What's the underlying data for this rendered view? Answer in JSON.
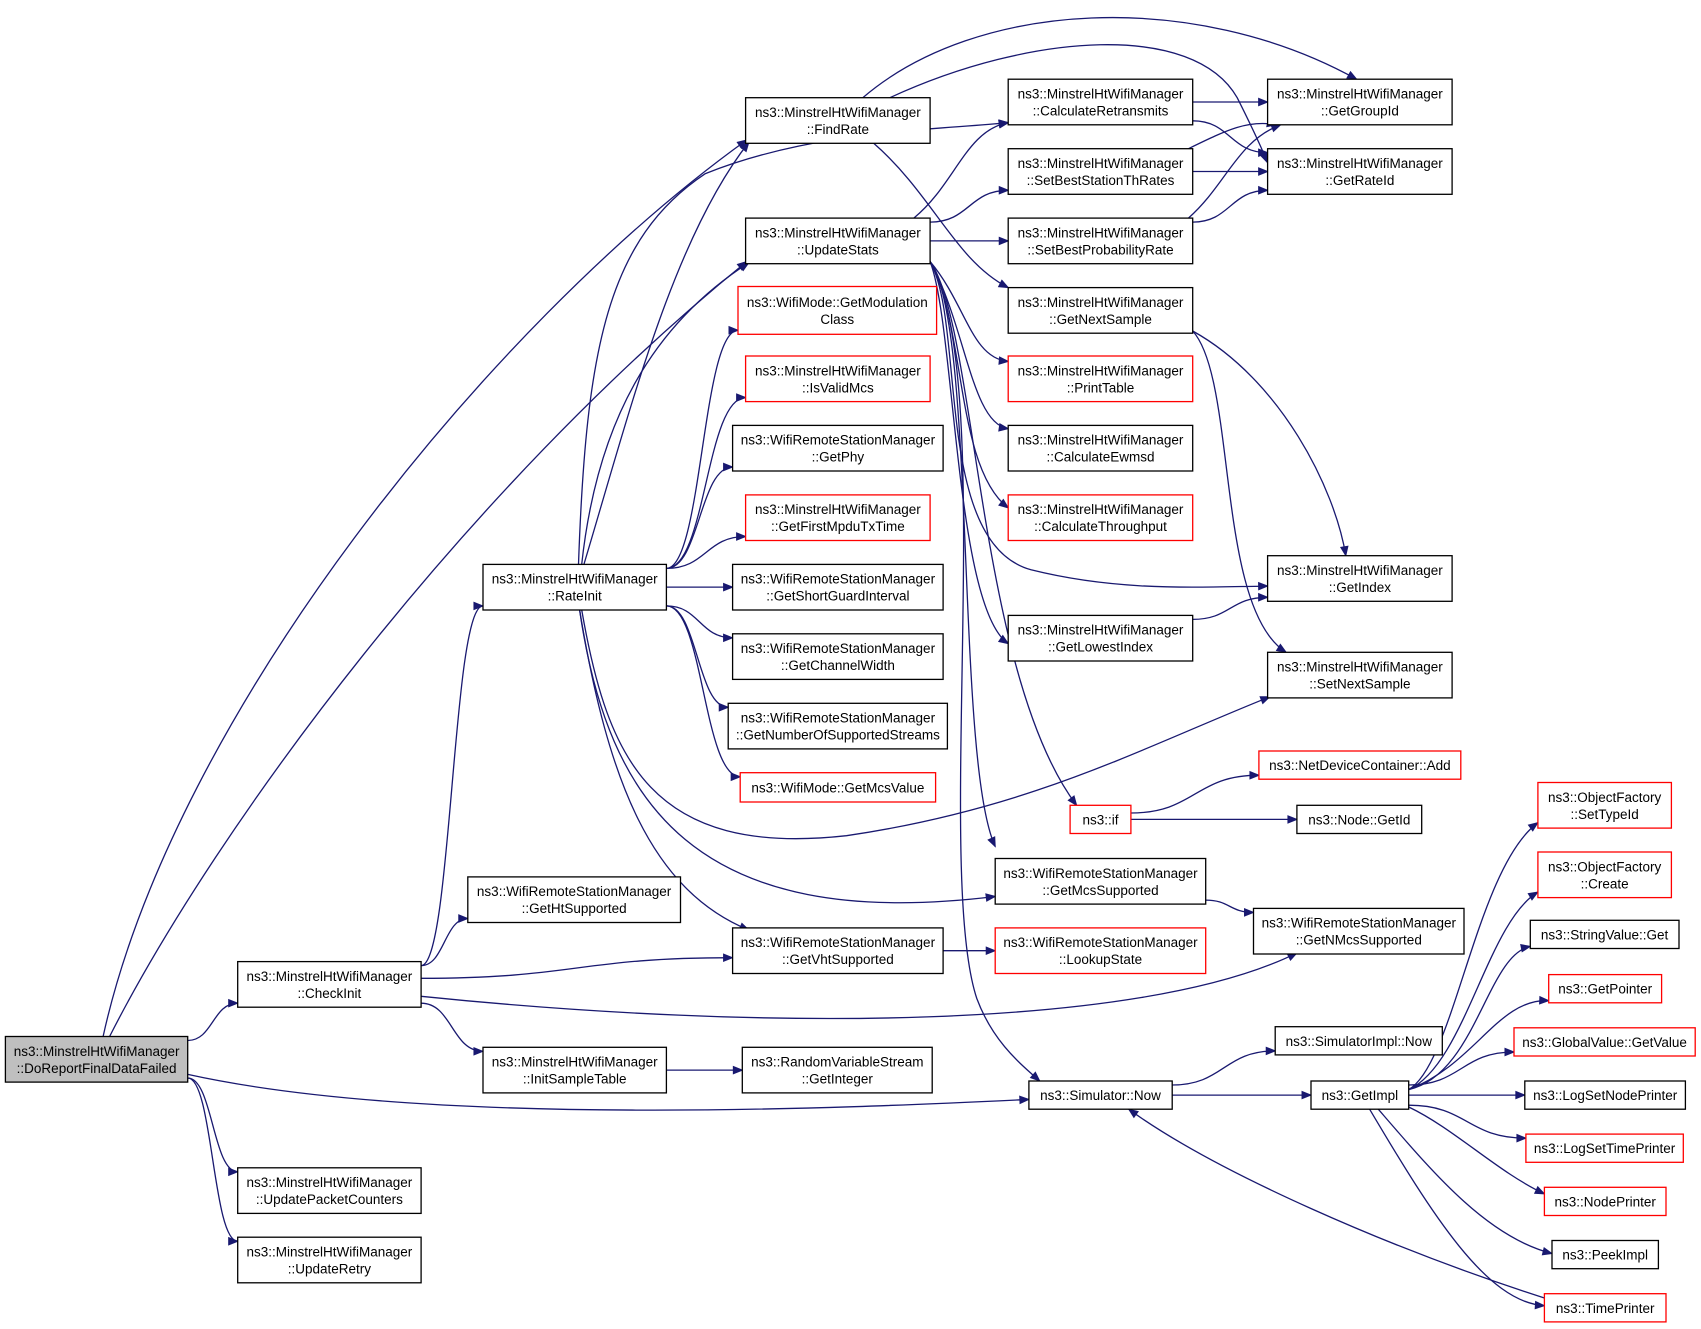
{
  "colors": {
    "edge": "#191970",
    "box_border": "#000000",
    "truncated_border": "#ff0000",
    "root_fill": "#bfbfbf"
  },
  "nodes": {
    "n_root": {
      "lines": [
        "ns3::MinstrelHtWifiManager",
        "::DoReportFinalDataFailed"
      ],
      "style": "root"
    },
    "n_checkinit": {
      "lines": [
        "ns3::MinstrelHtWifiManager",
        "::CheckInit"
      ],
      "style": "normal"
    },
    "n_updpkt": {
      "lines": [
        "ns3::MinstrelHtWifiManager",
        "::UpdatePacketCounters"
      ],
      "style": "normal"
    },
    "n_updretry": {
      "lines": [
        "ns3::MinstrelHtWifiManager",
        "::UpdateRetry"
      ],
      "style": "normal"
    },
    "n_rateinit": {
      "lines": [
        "ns3::MinstrelHtWifiManager",
        "::RateInit"
      ],
      "style": "normal"
    },
    "n_getht": {
      "lines": [
        "ns3::WifiRemoteStationManager",
        "::GetHtSupported"
      ],
      "style": "normal"
    },
    "n_initsample": {
      "lines": [
        "ns3::MinstrelHtWifiManager",
        "::InitSampleTable"
      ],
      "style": "normal"
    },
    "n_findrate": {
      "lines": [
        "ns3::MinstrelHtWifiManager",
        "::FindRate"
      ],
      "style": "normal"
    },
    "n_updstats": {
      "lines": [
        "ns3::MinstrelHtWifiManager",
        "::UpdateStats"
      ],
      "style": "normal"
    },
    "n_getmodclass": {
      "lines": [
        "ns3::WifiMode::GetModulation",
        "Class"
      ],
      "style": "truncated"
    },
    "n_isvalidmcs": {
      "lines": [
        "ns3::MinstrelHtWifiManager",
        "::IsValidMcs"
      ],
      "style": "truncated"
    },
    "n_getphy": {
      "lines": [
        "ns3::WifiRemoteStationManager",
        "::GetPhy"
      ],
      "style": "normal"
    },
    "n_getfirstmpdu": {
      "lines": [
        "ns3::MinstrelHtWifiManager",
        "::GetFirstMpduTxTime"
      ],
      "style": "truncated"
    },
    "n_getsgi": {
      "lines": [
        "ns3::WifiRemoteStationManager",
        "::GetShortGuardInterval"
      ],
      "style": "normal"
    },
    "n_getchw": {
      "lines": [
        "ns3::WifiRemoteStationManager",
        "::GetChannelWidth"
      ],
      "style": "normal"
    },
    "n_getnumstreams": {
      "lines": [
        "ns3::WifiRemoteStationManager",
        "::GetNumberOfSupportedStreams"
      ],
      "style": "normal"
    },
    "n_getmcsvalue": {
      "lines": [
        "ns3::WifiMode::GetMcsValue"
      ],
      "style": "truncated"
    },
    "n_getvht": {
      "lines": [
        "ns3::WifiRemoteStationManager",
        "::GetVhtSupported"
      ],
      "style": "normal"
    },
    "n_rvsgetint": {
      "lines": [
        "ns3::RandomVariableStream",
        "::GetInteger"
      ],
      "style": "normal"
    },
    "n_calcretrans": {
      "lines": [
        "ns3::MinstrelHtWifiManager",
        "::CalculateRetransmits"
      ],
      "style": "normal"
    },
    "n_setbestth": {
      "lines": [
        "ns3::MinstrelHtWifiManager",
        "::SetBestStationThRates"
      ],
      "style": "normal"
    },
    "n_setbestprob": {
      "lines": [
        "ns3::MinstrelHtWifiManager",
        "::SetBestProbabilityRate"
      ],
      "style": "normal"
    },
    "n_getnextsample": {
      "lines": [
        "ns3::MinstrelHtWifiManager",
        "::GetNextSample"
      ],
      "style": "normal"
    },
    "n_printtable": {
      "lines": [
        "ns3::MinstrelHtWifiManager",
        "::PrintTable"
      ],
      "style": "truncated"
    },
    "n_calcewmsd": {
      "lines": [
        "ns3::MinstrelHtWifiManager",
        "::CalculateEwmsd"
      ],
      "style": "normal"
    },
    "n_calcthr": {
      "lines": [
        "ns3::MinstrelHtWifiManager",
        "::CalculateThroughput"
      ],
      "style": "truncated"
    },
    "n_getlowest": {
      "lines": [
        "ns3::MinstrelHtWifiManager",
        "::GetLowestIndex"
      ],
      "style": "normal"
    },
    "n_if": {
      "lines": [
        "ns3::if"
      ],
      "style": "truncated"
    },
    "n_getmcssup": {
      "lines": [
        "ns3::WifiRemoteStationManager",
        "::GetMcsSupported"
      ],
      "style": "normal"
    },
    "n_lookupstate": {
      "lines": [
        "ns3::WifiRemoteStationManager",
        "::LookupState"
      ],
      "style": "truncated"
    },
    "n_simnow": {
      "lines": [
        "ns3::Simulator::Now"
      ],
      "style": "normal"
    },
    "n_getgroupid": {
      "lines": [
        "ns3::MinstrelHtWifiManager",
        "::GetGroupId"
      ],
      "style": "normal"
    },
    "n_getrateid": {
      "lines": [
        "ns3::MinstrelHtWifiManager",
        "::GetRateId"
      ],
      "style": "normal"
    },
    "n_getindex": {
      "lines": [
        "ns3::MinstrelHtWifiManager",
        "::GetIndex"
      ],
      "style": "normal"
    },
    "n_setnextsample": {
      "lines": [
        "ns3::MinstrelHtWifiManager",
        "::SetNextSample"
      ],
      "style": "normal"
    },
    "n_ndcadd": {
      "lines": [
        "ns3::NetDeviceContainer::Add"
      ],
      "style": "truncated"
    },
    "n_nodegetid": {
      "lines": [
        "ns3::Node::GetId"
      ],
      "style": "normal"
    },
    "n_getnmcs": {
      "lines": [
        "ns3::WifiRemoteStationManager",
        "::GetNMcsSupported"
      ],
      "style": "normal"
    },
    "n_simimplnow": {
      "lines": [
        "ns3::SimulatorImpl::Now"
      ],
      "style": "normal"
    },
    "n_getimpl": {
      "lines": [
        "ns3::GetImpl"
      ],
      "style": "normal"
    },
    "n_ofsettype": {
      "lines": [
        "ns3::ObjectFactory",
        "::SetTypeId"
      ],
      "style": "truncated"
    },
    "n_ofcreate": {
      "lines": [
        "ns3::ObjectFactory",
        "::Create"
      ],
      "style": "truncated"
    },
    "n_strvalget": {
      "lines": [
        "ns3::StringValue::Get"
      ],
      "style": "normal"
    },
    "n_getpointer": {
      "lines": [
        "ns3::GetPointer"
      ],
      "style": "truncated"
    },
    "n_gvgetvalue": {
      "lines": [
        "ns3::GlobalValue::GetValue"
      ],
      "style": "truncated"
    },
    "n_logsetnode": {
      "lines": [
        "ns3::LogSetNodePrinter"
      ],
      "style": "normal"
    },
    "n_logsettime": {
      "lines": [
        "ns3::LogSetTimePrinter"
      ],
      "style": "truncated"
    },
    "n_nodeprinter": {
      "lines": [
        "ns3::NodePrinter"
      ],
      "style": "truncated"
    },
    "n_peekimpl": {
      "lines": [
        "ns3::PeekImpl"
      ],
      "style": "normal"
    },
    "n_timeprinter": {
      "lines": [
        "ns3::TimePrinter"
      ],
      "style": "truncated"
    }
  },
  "edges": [
    [
      "n_root",
      "n_checkinit"
    ],
    [
      "n_root",
      "n_updpkt"
    ],
    [
      "n_root",
      "n_updretry"
    ],
    [
      "n_root",
      "n_findrate"
    ],
    [
      "n_root",
      "n_updstats"
    ],
    [
      "n_root",
      "n_simnow"
    ],
    [
      "n_checkinit",
      "n_rateinit"
    ],
    [
      "n_checkinit",
      "n_getht"
    ],
    [
      "n_checkinit",
      "n_getvht"
    ],
    [
      "n_checkinit",
      "n_initsample"
    ],
    [
      "n_checkinit",
      "n_getnmcs"
    ],
    [
      "n_initsample",
      "n_rvsgetint"
    ],
    [
      "n_rateinit",
      "n_findrate"
    ],
    [
      "n_rateinit",
      "n_updstats"
    ],
    [
      "n_rateinit",
      "n_calcretrans"
    ],
    [
      "n_rateinit",
      "n_getmodclass"
    ],
    [
      "n_rateinit",
      "n_isvalidmcs"
    ],
    [
      "n_rateinit",
      "n_getphy"
    ],
    [
      "n_rateinit",
      "n_getfirstmpdu"
    ],
    [
      "n_rateinit",
      "n_getsgi"
    ],
    [
      "n_rateinit",
      "n_getchw"
    ],
    [
      "n_rateinit",
      "n_getnumstreams"
    ],
    [
      "n_rateinit",
      "n_getmcsvalue"
    ],
    [
      "n_rateinit",
      "n_getvht"
    ],
    [
      "n_rateinit",
      "n_getmcssup"
    ],
    [
      "n_rateinit",
      "n_setnextsample"
    ],
    [
      "n_findrate",
      "n_getgroupid"
    ],
    [
      "n_findrate",
      "n_getrateid"
    ],
    [
      "n_findrate",
      "n_getnextsample"
    ],
    [
      "n_updstats",
      "n_calcretrans"
    ],
    [
      "n_updstats",
      "n_setbestth"
    ],
    [
      "n_updstats",
      "n_setbestprob"
    ],
    [
      "n_updstats",
      "n_printtable"
    ],
    [
      "n_updstats",
      "n_calcewmsd"
    ],
    [
      "n_updstats",
      "n_calcthr"
    ],
    [
      "n_updstats",
      "n_getlowest"
    ],
    [
      "n_updstats",
      "n_getindex"
    ],
    [
      "n_updstats",
      "n_if"
    ],
    [
      "n_updstats",
      "n_getmcssup"
    ],
    [
      "n_updstats",
      "n_simnow"
    ],
    [
      "n_calcretrans",
      "n_getgroupid"
    ],
    [
      "n_calcretrans",
      "n_getrateid"
    ],
    [
      "n_setbestth",
      "n_getgroupid"
    ],
    [
      "n_setbestth",
      "n_getrateid"
    ],
    [
      "n_setbestprob",
      "n_getgroupid"
    ],
    [
      "n_setbestprob",
      "n_getrateid"
    ],
    [
      "n_getnextsample",
      "n_getindex"
    ],
    [
      "n_getnextsample",
      "n_setnextsample"
    ],
    [
      "n_getlowest",
      "n_getindex"
    ],
    [
      "n_if",
      "n_ndcadd"
    ],
    [
      "n_if",
      "n_nodegetid"
    ],
    [
      "n_getvht",
      "n_lookupstate"
    ],
    [
      "n_getmcssup",
      "n_getnmcs"
    ],
    [
      "n_simnow",
      "n_simimplnow"
    ],
    [
      "n_simnow",
      "n_getimpl"
    ],
    [
      "n_getimpl",
      "n_ofsettype"
    ],
    [
      "n_getimpl",
      "n_ofcreate"
    ],
    [
      "n_getimpl",
      "n_strvalget"
    ],
    [
      "n_getimpl",
      "n_getpointer"
    ],
    [
      "n_getimpl",
      "n_gvgetvalue"
    ],
    [
      "n_getimpl",
      "n_logsetnode"
    ],
    [
      "n_getimpl",
      "n_logsettime"
    ],
    [
      "n_getimpl",
      "n_nodeprinter"
    ],
    [
      "n_getimpl",
      "n_peekimpl"
    ],
    [
      "n_getimpl",
      "n_timeprinter"
    ],
    [
      "n_timeprinter",
      "n_simnow"
    ]
  ]
}
